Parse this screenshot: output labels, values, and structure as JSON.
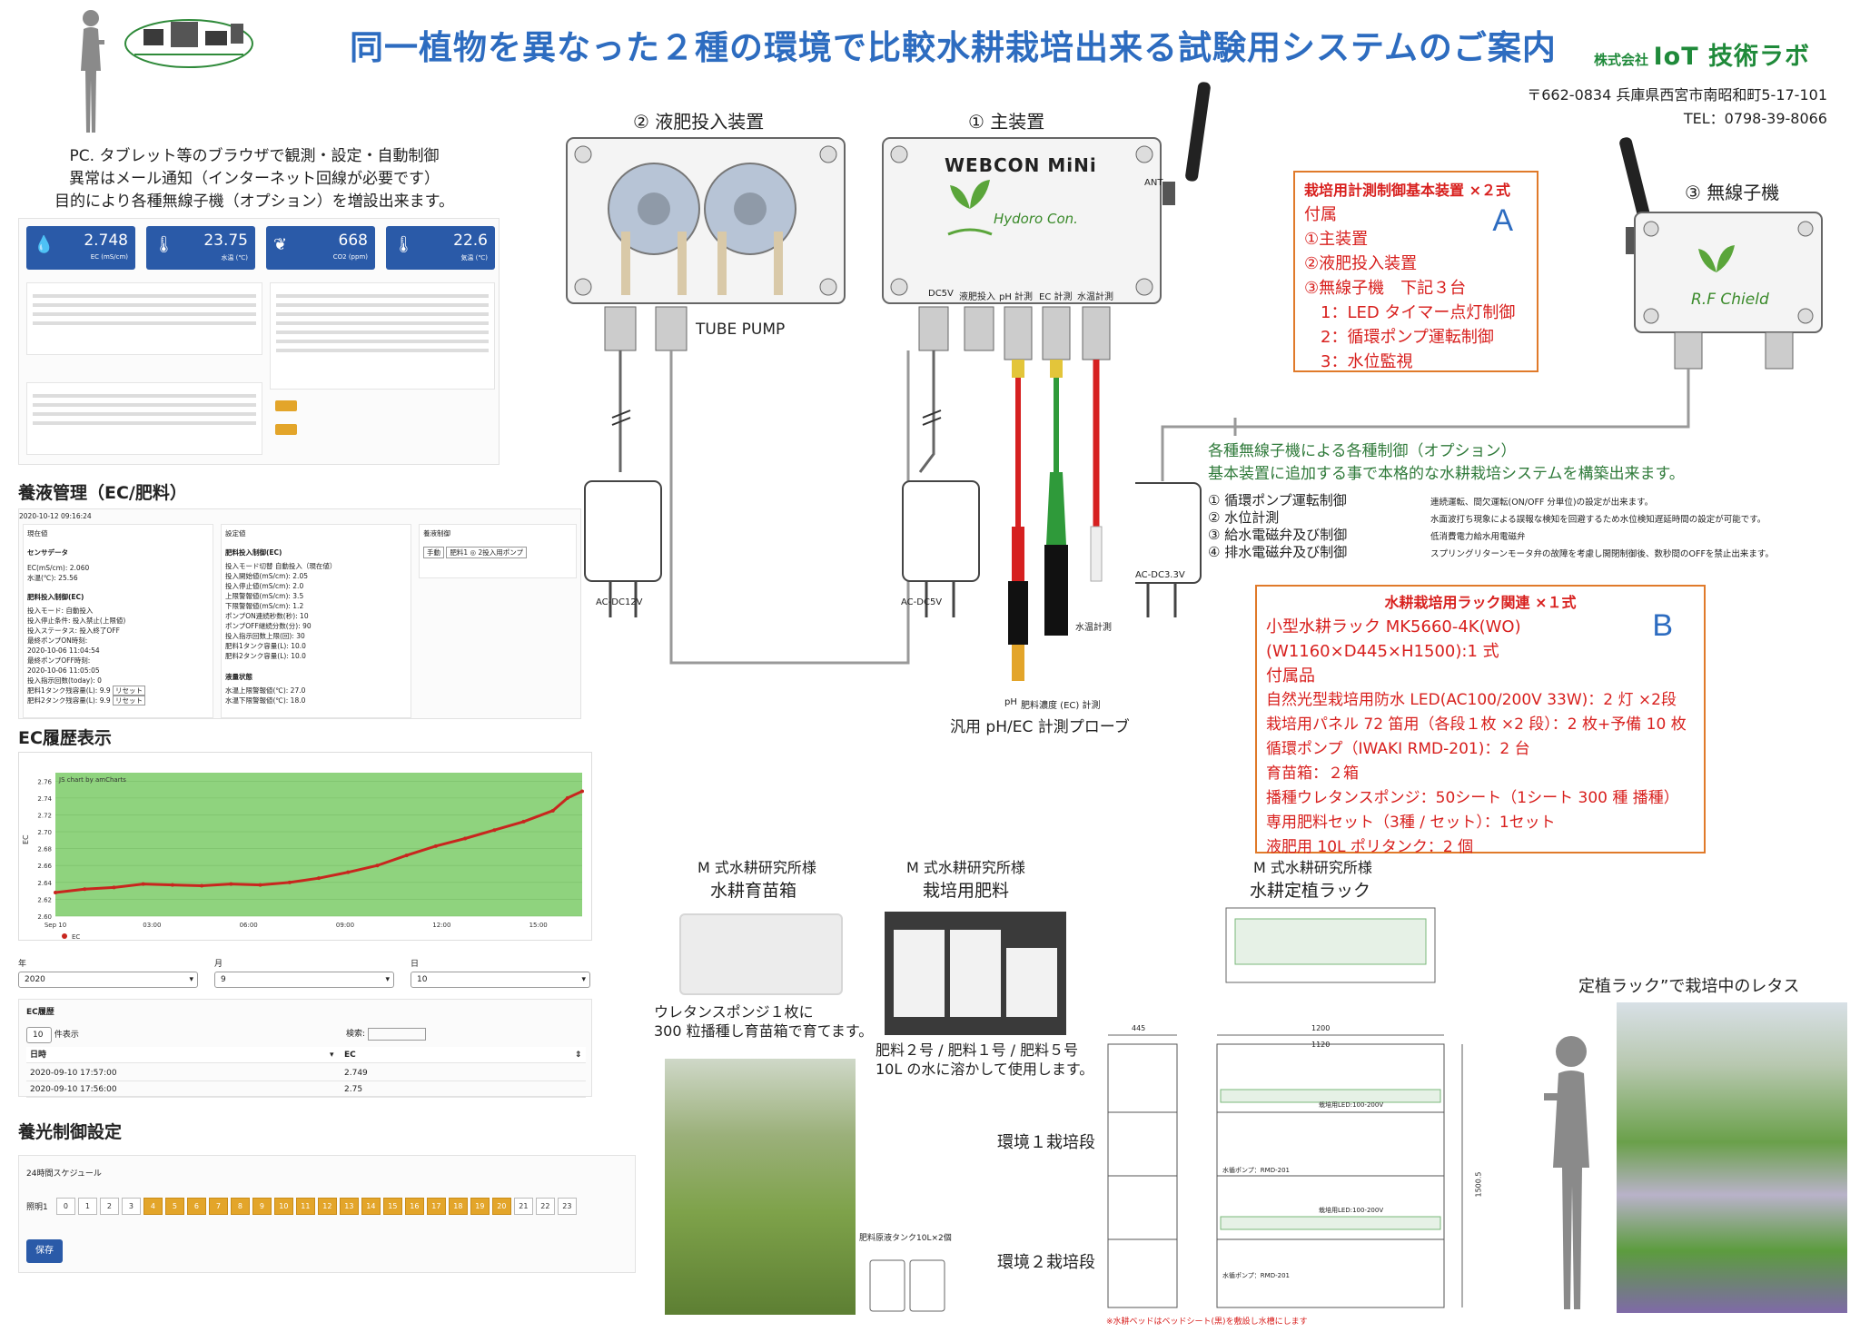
{
  "header": {
    "title": "同一植物を異なった２種の環境で比較水耕栽培出来る試験用システムのご案内",
    "company_prefix": "株式会社",
    "company_name": "IoT 技術ラボ",
    "address": "〒662-0834 兵庫県西宮市南昭和町5-17-101",
    "tel": "TEL：0798-39-8066"
  },
  "intro": {
    "line1": "PC. タブレット等のブラウザで観測・設定・自動制御",
    "line2": "異常はメール通知（インターネット回線が必要です）",
    "line3": "目的により各種無線子機（オプション）を増設出来ます。"
  },
  "dashboard": {
    "tiles": [
      {
        "value": "2.748",
        "label": "EC (mS/cm)"
      },
      {
        "value": "23.75",
        "label": "水温 (℃)"
      },
      {
        "value": "668",
        "label": "CO2 (ppm)"
      },
      {
        "value": "22.6",
        "label": "気温 (℃)"
      }
    ]
  },
  "nutrient": {
    "heading": "養液管理（EC/肥料）",
    "timestamp": "2020-10-12 09:16:24",
    "panel_current": "現在値",
    "panel_settings": "設定値",
    "panel_control": "養液制御",
    "sensor_title": "センサデータ",
    "ec_line": "EC(mS/cm): 2.060",
    "temp_line": "水温(℃): 25.56",
    "fert_title": "肥料投入制御(EC)",
    "fert_lines": [
      "投入モード: 自動投入",
      "投入停止条件: 投入禁止(上限値)",
      "投入ステータス: 投入終了OFF",
      "最終ポンプON時刻:",
      "2020-10-06 11:04:54",
      "最終ポンプOFF時刻:",
      "2020-10-06 11:05:05",
      "投入指示回数(today): 0"
    ],
    "tank_line1": "肥料1タンク残容量(L): 9.9",
    "tank_line2": "肥料2タンク残容量(L): 9.9",
    "reset_label": "リセット",
    "settings_lines": [
      "投入モード切替 自動投入（現在値）",
      "投入開始値(mS/cm): 2.05",
      "投入停止値(mS/cm): 2.0",
      "上限警報値(mS/cm): 3.5",
      "下限警報値(mS/cm): 1.2",
      "ポンプON連続秒数(秒): 10",
      "ポンプOFF継続分数(分): 90",
      "投入指示回数上限(回): 30",
      "肥料1タンク容量(L): 10.0",
      "肥料2タンク容量(L): 10.0"
    ],
    "control_btns": [
      "手動",
      "肥料1 ◎ 2投入用ポンプ"
    ],
    "water_title": "液量状態",
    "water_lines": [
      "水温上限警報値(℃): 27.0",
      "水温下限警報値(℃): 18.0"
    ]
  },
  "ec_history": {
    "heading": "EC履歴表示",
    "chart_caption": "JS chart by amCharts",
    "year_value": "2020",
    "month_value": "9",
    "day_value": "10",
    "year_label": "年",
    "month_label": "月",
    "day_label": "日",
    "table_title": "EC履歴",
    "page_size": "10",
    "page_size_suffix": "件表示",
    "search_label": "検索:",
    "col_datetime": "日時",
    "col_ec": "EC",
    "rows": [
      {
        "datetime": "2020-09-10 17:57:00",
        "ec": "2.749"
      },
      {
        "datetime": "2020-09-10 17:56:00",
        "ec": "2.75"
      }
    ],
    "legend": "EC"
  },
  "chart_data": {
    "type": "line",
    "title": "",
    "xlabel": "",
    "ylabel": "EC",
    "x_ticks": [
      "Sep 10",
      "03:00",
      "06:00",
      "09:00",
      "12:00",
      "15:00"
    ],
    "y_ticks": [
      "2.60",
      "2.62",
      "2.64",
      "2.66",
      "2.68",
      "2.70",
      "2.72",
      "2.74",
      "2.76"
    ],
    "ylim": [
      2.6,
      2.77
    ],
    "xlim": [
      0,
      18
    ],
    "series": [
      {
        "name": "EC",
        "x": [
          0,
          1,
          2,
          3,
          4,
          5,
          6,
          7,
          8,
          9,
          10,
          11,
          12,
          13,
          14,
          15,
          16,
          17,
          17.5,
          18
        ],
        "values": [
          2.628,
          2.632,
          2.634,
          2.638,
          2.637,
          2.636,
          2.638,
          2.637,
          2.64,
          2.645,
          2.652,
          2.66,
          2.672,
          2.683,
          2.692,
          2.702,
          2.712,
          2.725,
          2.74,
          2.748
        ]
      }
    ],
    "colors": {
      "line": "#c8261e",
      "background": "#8fd37e"
    }
  },
  "light_control": {
    "heading": "養光制御設定",
    "subtitle": "24時間スケジュール",
    "row_label": "照明1",
    "hours": [
      "0",
      "1",
      "2",
      "3",
      "4",
      "5",
      "6",
      "7",
      "8",
      "9",
      "10",
      "11",
      "12",
      "13",
      "14",
      "15",
      "16",
      "17",
      "18",
      "19",
      "20",
      "21",
      "22",
      "23"
    ],
    "on_hours": [
      4,
      5,
      6,
      7,
      8,
      9,
      10,
      11,
      12,
      13,
      14,
      15,
      16,
      17,
      18,
      19,
      20
    ],
    "save_label": "保存"
  },
  "devices": {
    "feeder_label": "② 液肥投入装置",
    "main_label": "① 主装置",
    "wireless_label": "③ 無線子機",
    "tube_pump": "TUBE PUMP",
    "webcon": "WEBCON MiNi",
    "hydro": "Hydoro Con.",
    "rf": "R.F Chield",
    "ant": "ANT",
    "ports": [
      "DC5V",
      "液肥投入",
      "pH 計測",
      "EC 計測",
      "水温計測"
    ],
    "adapter_12v": "AC-DC12V",
    "adapter_5v": "AC-DC5V",
    "adapter_33v": "AC-DC3.3V",
    "probe_caption": "汎用 pH/EC 計測プローブ",
    "ph_label": "pH",
    "ec_probe_label": "肥料濃度 (EC) 計測",
    "temp_probe_label": "水温計測"
  },
  "box_a": {
    "title": "栽培用計測制御基本装置 ×２式",
    "letter": "A",
    "lines": [
      "付属",
      "①主装置",
      "②液肥投入装置",
      "③無線子機　下記３台",
      "　1：LED タイマー点灯制御",
      "　2：循環ポンプ運転制御",
      "　3：水位監視"
    ]
  },
  "options": {
    "head1": "各種無線子機による各種制御（オプション）",
    "head2": "基本装置に追加する事で本格的な水耕栽培システムを構築出来ます。",
    "items": [
      {
        "label": "① 循環ポンプ運転制御",
        "note": "連続運転、間欠運転(ON/OFF 分単位)の設定が出来ます。"
      },
      {
        "label": "② 水位計測",
        "note": "水面波打ち現象による誤報な検知を回避するため水位検知遅延時間の設定が可能です。"
      },
      {
        "label": "③ 給水電磁弁及び制御",
        "note": "低消費電力給水用電磁弁"
      },
      {
        "label": "④ 排水電磁弁及び制御",
        "note": "スプリングリターンモータ弁の故障を考慮し開閉制御後、数秒間のOFFを禁止出来ます。"
      }
    ]
  },
  "box_b": {
    "title": "水耕栽培用ラック関連 ×１式",
    "letter": "B",
    "lines": [
      "小型水耕ラック MK5660-4K(WO)",
      "(W1160×D445×H1500):1 式",
      "付属品",
      "自然光型栽培用防水 LED(AC100/200V 33W)：2 灯 ×2段",
      "栽培用パネル 72 笛用（各段１枚 ×2 段）：2 枚+予備 10 枚",
      "循環ポンプ（IWAKI RMD-201)：2 台",
      "育苗箱：２箱",
      "播種ウレタンスポンジ：50シート（1シート 300 種 播種）",
      "専用肥料セット（3種 / セット）：1セット",
      "液肥用 10L ポリタンク：2 個"
    ]
  },
  "bottom": {
    "seed_org": "M 式水耕研究所様",
    "seed_title": "水耕育苗箱",
    "seed_caption1": "ウレタンスポンジ１枚に",
    "seed_caption2": "300 粒播種し育苗箱で育てます。",
    "fert_org": "M 式水耕研究所様",
    "fert_title": "栽培用肥料",
    "fert_caption1": "肥料２号 / 肥料１号 / 肥料５号",
    "fert_caption2": "10L の水に溶かして使用します。",
    "rack_org": "M 式水耕研究所様",
    "rack_title": "水耕定植ラック",
    "env1": "環境１栽培段",
    "env2": "環境２栽培段",
    "tank_label": "肥料原液タンク10L×2個",
    "rack_note": "※水耕ベッドはベッドシート(黒)を敷設し水槽にします",
    "lettuce_caption": "定植ラック”で栽培中のレタス",
    "dim_445": "445",
    "dim_1200": "1200",
    "dim_1120": "1120",
    "dim_1500": "1500.5",
    "led_label": "栽培用LED:100-200V",
    "pump_label": "水循ポンプ：RMD-201"
  }
}
